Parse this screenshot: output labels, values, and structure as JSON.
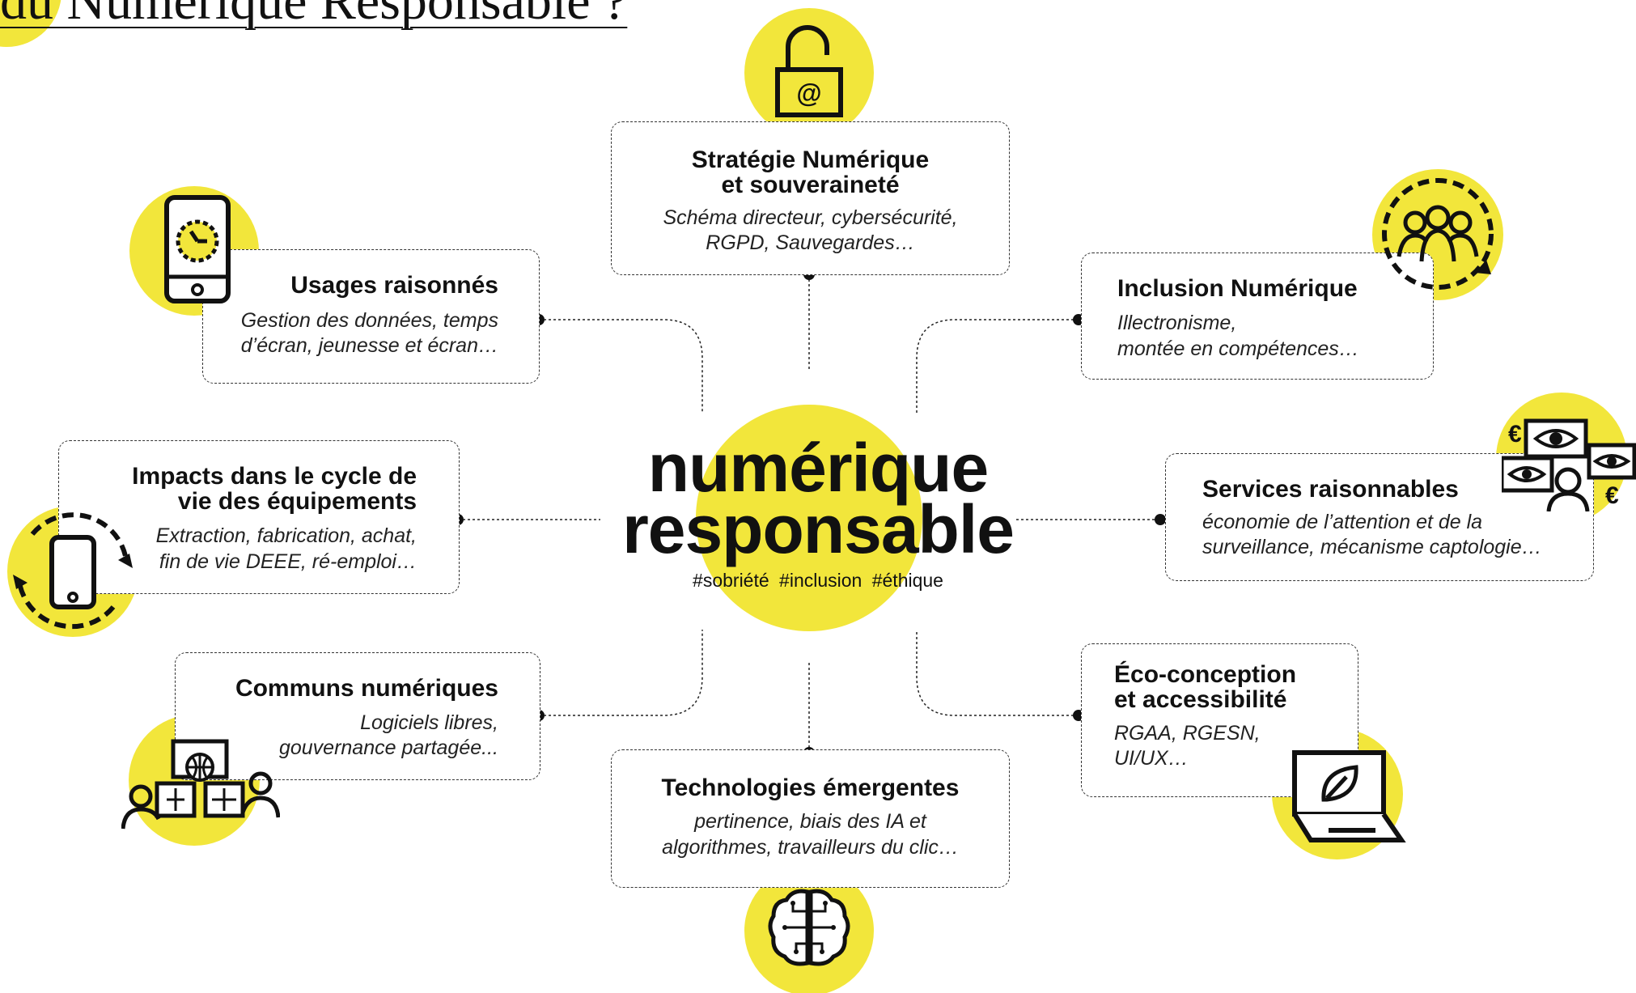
{
  "page_title": "du Numérique Responsable ?",
  "hub": {
    "line1": "numérique",
    "line2": "responsable",
    "tags": "#sobriété  #inclusion  #éthique"
  },
  "colors": {
    "accent": "#f2e63b",
    "ink": "#111111"
  },
  "topics": {
    "strategie": {
      "title1": "Stratégie Numérique",
      "title2": "et souveraineté",
      "desc1": "Schéma directeur, cybersécurité,",
      "desc2": "RGPD, Sauvegardes…",
      "icon": "padlock-at-icon"
    },
    "usages": {
      "title1": "Usages raisonnés",
      "desc1": "Gestion des données, temps",
      "desc2": "d’écran, jeunesse et écran…",
      "icon": "phone-clock-icon"
    },
    "inclusion": {
      "title1": "Inclusion Numérique",
      "desc1": "Illectronisme,",
      "desc2": "montée en compétences…",
      "icon": "group-people-icon"
    },
    "impacts": {
      "title1": "Impacts dans le cycle de",
      "title2": "vie des équipements",
      "desc1": "Extraction, fabrication, achat,",
      "desc2": "fin de vie DEEE, ré-emploi…",
      "icon": "phone-cycle-icon"
    },
    "services": {
      "title1": "Services raisonnables",
      "desc1": "économie de l’attention et de la",
      "desc2": "surveillance, mécanisme captologie…",
      "icon": "eyes-euro-icon"
    },
    "communs": {
      "title1": "Communs numériques",
      "desc1": "Logiciels libres,",
      "desc2": "gouvernance partagée...",
      "icon": "shared-globe-icon"
    },
    "eco": {
      "title1": "Éco-conception",
      "title2": "et accessibilité",
      "desc1": "RGAA, RGESN,",
      "desc2": "UI/UX…",
      "icon": "laptop-leaf-icon"
    },
    "techno": {
      "title1": "Technologies émergentes",
      "desc1": "pertinence, biais des IA et",
      "desc2": "algorithmes, travailleurs du clic…",
      "icon": "brain-circuit-icon"
    }
  }
}
